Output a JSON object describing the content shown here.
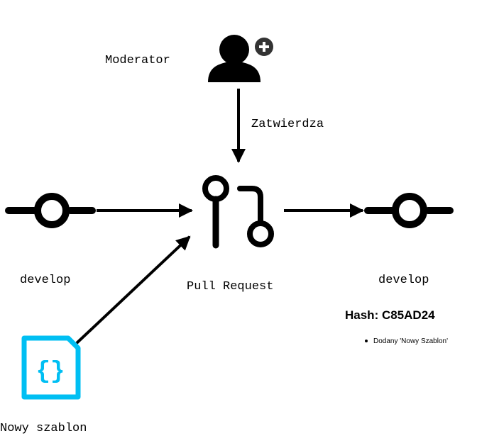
{
  "moderator": {
    "label": "Moderator",
    "icon": "user-add-icon"
  },
  "approves_label": "Zatwierdza",
  "pull_request": {
    "label": "Pull Request",
    "icon": "pull-request-icon"
  },
  "develop_source": {
    "label": "develop",
    "icon": "git-commit-icon"
  },
  "develop_target": {
    "label": "develop",
    "icon": "git-commit-icon"
  },
  "template_file": {
    "label": "Nowy szablon",
    "icon": "json-file-icon",
    "glyph": "{}"
  },
  "commit_info": {
    "hash": "Hash: C85AD24",
    "changes": [
      "Dodany 'Nowy Szablon'"
    ]
  },
  "colors": {
    "stroke": "#000000",
    "file_icon": "#00BFF3"
  }
}
